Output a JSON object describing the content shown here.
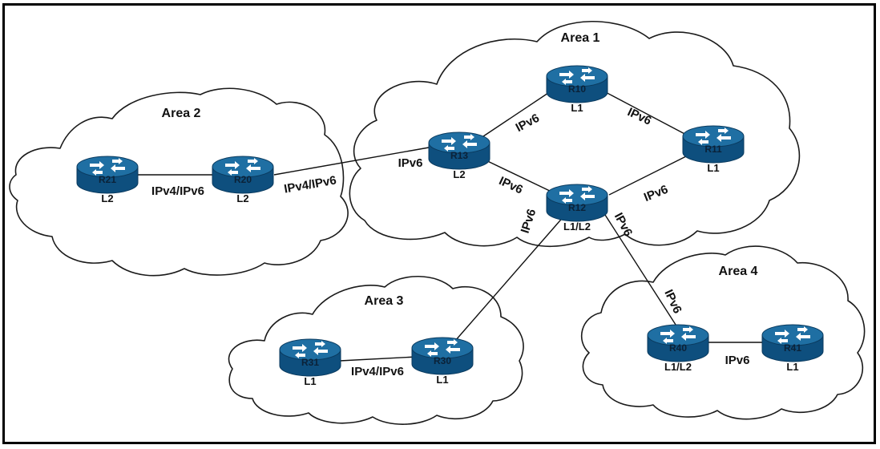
{
  "areas": {
    "area1": "Area 1",
    "area2": "Area 2",
    "area3": "Area 3",
    "area4": "Area 4"
  },
  "routers": {
    "r10": {
      "name": "R10",
      "level": "L1"
    },
    "r11": {
      "name": "R11",
      "level": "L1"
    },
    "r12": {
      "name": "R12",
      "level": "L1/L2"
    },
    "r13": {
      "name": "R13",
      "level": "L2"
    },
    "r20": {
      "name": "R20",
      "level": "L2"
    },
    "r21": {
      "name": "R21",
      "level": "L2"
    },
    "r30": {
      "name": "R30",
      "level": "L1"
    },
    "r31": {
      "name": "R31",
      "level": "L1"
    },
    "r40": {
      "name": "R40",
      "level": "L1/L2"
    },
    "r41": {
      "name": "R41",
      "level": "L1"
    }
  },
  "links": {
    "r21_r20": "IPv4/IPv6",
    "r20_r13": "IPv4/IPv6",
    "r13_r10": "IPv6",
    "r10_r11": "IPv6",
    "r13_r12": "IPv6",
    "r12_r11": "IPv6",
    "r12_r30": "IPv6",
    "r12_r40_top": "IPv6",
    "r12_r40_bottom": "IPv6",
    "r31_r30": "IPv4/IPv6",
    "r40_r41": "IPv6"
  },
  "colors": {
    "router_top": "#1f6fa3",
    "router_body": "#0e4f7e",
    "router_rim": "#0a3a5e",
    "arrow": "#ffffff"
  }
}
